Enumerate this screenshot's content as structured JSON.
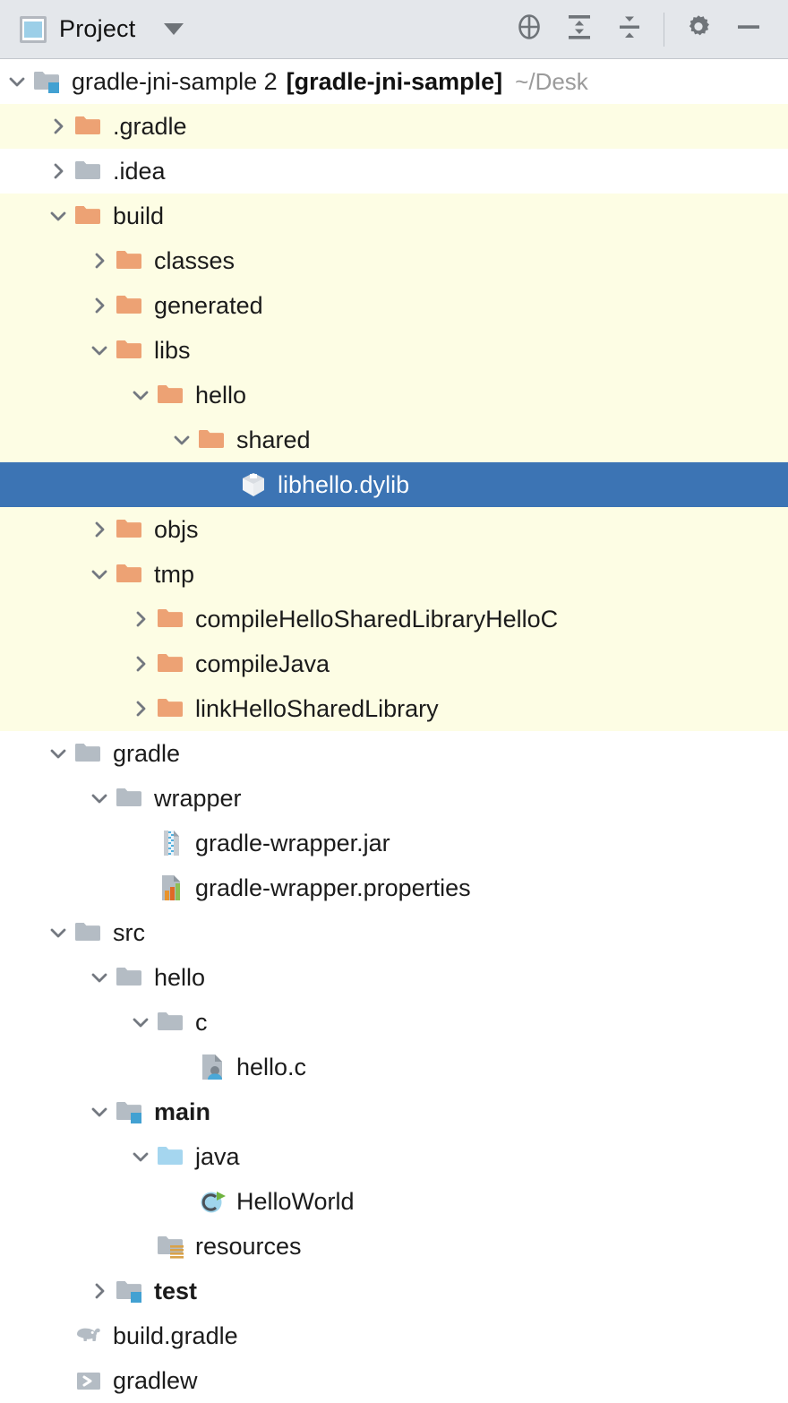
{
  "toolbar": {
    "title": "Project",
    "title_icon": "project-window-icon",
    "dropdown_icon": "chevron-down-icon",
    "buttons": [
      {
        "name": "select-opened-file-button",
        "icon": "crosshair-target-icon",
        "label": "Select Opened File"
      },
      {
        "name": "expand-all-button",
        "icon": "expand-all-icon",
        "label": "Expand All"
      },
      {
        "name": "collapse-all-button",
        "icon": "collapse-all-icon",
        "label": "Collapse All"
      },
      {
        "name": "settings-button",
        "icon": "gear-icon",
        "label": "Settings"
      },
      {
        "name": "hide-button",
        "icon": "minimize-icon",
        "label": "Hide"
      }
    ]
  },
  "tree": {
    "rows": [
      {
        "name": "project-root",
        "label": "gradle-jni-sample 2",
        "bracket": "[gradle-jni-sample]",
        "path": "~/Desk",
        "depth": 0,
        "twisty": "expanded",
        "icon": "module-folder-icon",
        "state": "normal",
        "bold_bracket": true
      },
      {
        "name": "node-dot-gradle",
        "label": ".gradle",
        "depth": 1,
        "twisty": "collapsed",
        "icon": "folder-orange-icon",
        "state": "excluded"
      },
      {
        "name": "node-dot-idea",
        "label": ".idea",
        "depth": 1,
        "twisty": "collapsed",
        "icon": "folder-gray-icon",
        "state": "normal"
      },
      {
        "name": "node-build",
        "label": "build",
        "depth": 1,
        "twisty": "expanded",
        "icon": "folder-orange-icon",
        "state": "excluded"
      },
      {
        "name": "node-classes",
        "label": "classes",
        "depth": 2,
        "twisty": "collapsed",
        "icon": "folder-orange-icon",
        "state": "excluded"
      },
      {
        "name": "node-generated",
        "label": "generated",
        "depth": 2,
        "twisty": "collapsed",
        "icon": "folder-orange-icon",
        "state": "excluded"
      },
      {
        "name": "node-libs",
        "label": "libs",
        "depth": 2,
        "twisty": "expanded",
        "icon": "folder-orange-icon",
        "state": "excluded"
      },
      {
        "name": "node-libs-hello",
        "label": "hello",
        "depth": 3,
        "twisty": "expanded",
        "icon": "folder-orange-icon",
        "state": "excluded"
      },
      {
        "name": "node-shared",
        "label": "shared",
        "depth": 4,
        "twisty": "expanded",
        "icon": "folder-orange-icon",
        "state": "excluded"
      },
      {
        "name": "node-libhello-dylib",
        "label": "libhello.dylib",
        "depth": 5,
        "twisty": "none",
        "icon": "binary-cube-icon",
        "state": "selected"
      },
      {
        "name": "node-objs",
        "label": "objs",
        "depth": 2,
        "twisty": "collapsed",
        "icon": "folder-orange-icon",
        "state": "excluded"
      },
      {
        "name": "node-tmp",
        "label": "tmp",
        "depth": 2,
        "twisty": "expanded",
        "icon": "folder-orange-icon",
        "state": "excluded"
      },
      {
        "name": "node-compile-hello-shared-library-helloc",
        "label": "compileHelloSharedLibraryHelloC",
        "depth": 3,
        "twisty": "collapsed",
        "icon": "folder-orange-icon",
        "state": "excluded"
      },
      {
        "name": "node-compile-java",
        "label": "compileJava",
        "depth": 3,
        "twisty": "collapsed",
        "icon": "folder-orange-icon",
        "state": "excluded"
      },
      {
        "name": "node-link-hello-shared-library",
        "label": "linkHelloSharedLibrary",
        "depth": 3,
        "twisty": "collapsed",
        "icon": "folder-orange-icon",
        "state": "excluded"
      },
      {
        "name": "node-gradle",
        "label": "gradle",
        "depth": 1,
        "twisty": "expanded",
        "icon": "folder-gray-icon",
        "state": "normal"
      },
      {
        "name": "node-wrapper",
        "label": "wrapper",
        "depth": 2,
        "twisty": "expanded",
        "icon": "folder-gray-icon",
        "state": "normal"
      },
      {
        "name": "node-gradle-wrapper-jar",
        "label": "gradle-wrapper.jar",
        "depth": 3,
        "twisty": "none",
        "icon": "archive-jar-icon",
        "state": "normal"
      },
      {
        "name": "node-gradle-wrapper-properties",
        "label": "gradle-wrapper.properties",
        "depth": 3,
        "twisty": "none",
        "icon": "properties-file-icon",
        "state": "normal"
      },
      {
        "name": "node-src",
        "label": "src",
        "depth": 1,
        "twisty": "expanded",
        "icon": "folder-gray-icon",
        "state": "normal"
      },
      {
        "name": "node-src-hello",
        "label": "hello",
        "depth": 2,
        "twisty": "expanded",
        "icon": "folder-gray-icon",
        "state": "normal"
      },
      {
        "name": "node-src-c",
        "label": "c",
        "depth": 3,
        "twisty": "expanded",
        "icon": "folder-gray-icon",
        "state": "normal"
      },
      {
        "name": "node-hello-c",
        "label": "hello.c",
        "depth": 4,
        "twisty": "none",
        "icon": "c-source-file-icon",
        "state": "normal"
      },
      {
        "name": "node-main",
        "label": "main",
        "depth": 2,
        "twisty": "expanded",
        "icon": "module-folder-icon",
        "state": "normal",
        "bold": true
      },
      {
        "name": "node-java",
        "label": "java",
        "depth": 3,
        "twisty": "expanded",
        "icon": "source-root-folder-icon",
        "state": "normal"
      },
      {
        "name": "node-helloworld",
        "label": "HelloWorld",
        "depth": 4,
        "twisty": "none",
        "icon": "java-class-runnable-icon",
        "state": "normal"
      },
      {
        "name": "node-resources",
        "label": "resources",
        "depth": 3,
        "twisty": "none",
        "icon": "resources-folder-icon",
        "state": "normal"
      },
      {
        "name": "node-test",
        "label": "test",
        "depth": 2,
        "twisty": "collapsed",
        "icon": "module-folder-icon",
        "state": "normal",
        "bold": true
      },
      {
        "name": "node-build-gradle",
        "label": "build.gradle",
        "depth": 1,
        "twisty": "none",
        "icon": "gradle-elephant-icon",
        "state": "normal"
      },
      {
        "name": "node-gradlew",
        "label": "gradlew",
        "depth": 1,
        "twisty": "none",
        "icon": "shell-script-icon",
        "state": "normal"
      }
    ]
  },
  "colors": {
    "toolbar_background": "#e4e7eb",
    "selection_background": "#3c74b4",
    "excluded_background": "#fdfde4",
    "folder_orange": "#eda274",
    "folder_gray": "#b4bcc4",
    "folder_source_blue": "#a5d6ef",
    "badge_blue": "#42a1d2",
    "text": "#1b1b1b",
    "path_text": "#9b9b9b"
  }
}
